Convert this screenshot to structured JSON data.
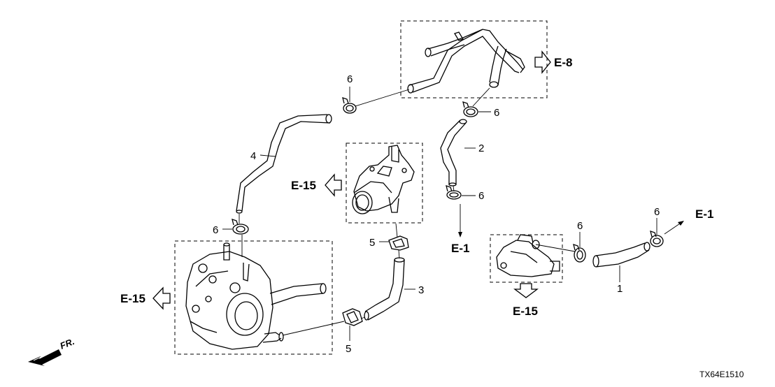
{
  "diagram": {
    "parts": [
      {
        "id": "part-1",
        "number": "1"
      },
      {
        "id": "part-2",
        "number": "2"
      },
      {
        "id": "part-3",
        "number": "3"
      },
      {
        "id": "part-4",
        "number": "4"
      },
      {
        "id": "part-5a",
        "number": "5"
      },
      {
        "id": "part-5b",
        "number": "5"
      },
      {
        "id": "part-6a",
        "number": "6"
      },
      {
        "id": "part-6b",
        "number": "6"
      },
      {
        "id": "part-6c",
        "number": "6"
      },
      {
        "id": "part-6d",
        "number": "6"
      },
      {
        "id": "part-6e",
        "number": "6"
      },
      {
        "id": "part-6f",
        "number": "6"
      }
    ],
    "refs": {
      "e8": "E-8",
      "e15_left": "E-15",
      "e15_mid": "E-15",
      "e15_right": "E-15",
      "e1_mid": "E-1",
      "e1_right": "E-1"
    },
    "front_label": "FR.",
    "diagram_code": "TX64E1510"
  }
}
